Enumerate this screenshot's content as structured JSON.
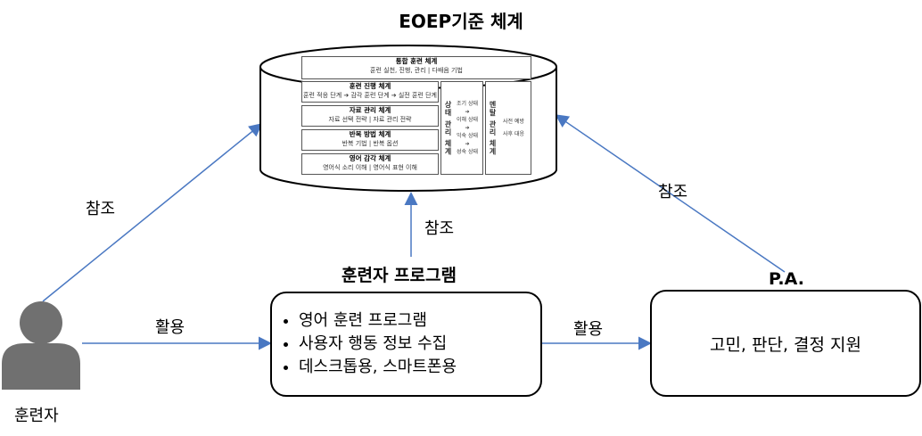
{
  "title": "EOEP기준 체계",
  "database": {
    "integrated": {
      "title": "통합 훈련 체계",
      "desc": "훈련 실천, 진행, 관리 | 다배음 기법"
    },
    "progress": {
      "title": "훈련 진행 체계",
      "desc": "훈련 적응 단계 ➔ 감각 훈련 단계 ➔ 실전 훈련 단계"
    },
    "material": {
      "title": "자료 관리 체계",
      "desc": "자료 선택 전략 | 자료 관리 전략"
    },
    "repeat": {
      "title": "반복 방법 체계",
      "desc": "반복 기법 | 반복 옵션"
    },
    "sense": {
      "title": "영어 감각 체계",
      "desc": "영어식 소리 이해 | 영어식 표현 이해"
    },
    "state": {
      "title": "상태 관리 체계",
      "steps": [
        "조기 상태",
        "이해 상태",
        "익숙 상태",
        "성숙 상태"
      ]
    },
    "mental": {
      "title": "멘탈 관리 체계",
      "items": [
        "사전 예방",
        "사후 대응"
      ]
    }
  },
  "trainee": {
    "label": "훈련자"
  },
  "program": {
    "title": "훈련자 프로그램",
    "items": [
      "영어 훈련 프로그램",
      "사용자 행동 정보 수집",
      "데스크톱용, 스마트폰용"
    ]
  },
  "pa": {
    "title": "P.A.",
    "text": "고민, 판단, 결정 지원"
  },
  "edges": {
    "trainee_ref": "참조",
    "program_ref": "참조",
    "pa_ref": "참조",
    "trainee_use": "활용",
    "program_use": "활용"
  },
  "colors": {
    "arrow": "#4a78c2",
    "person": "#707070"
  }
}
